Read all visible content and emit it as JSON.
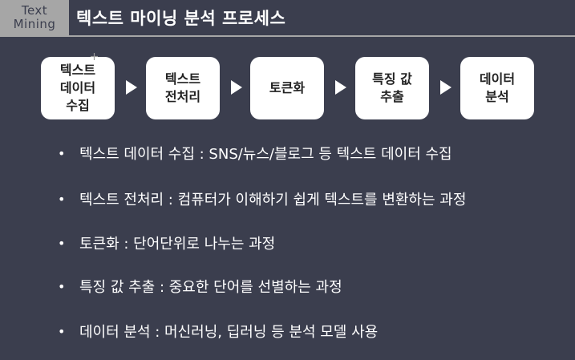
{
  "header": {
    "tag_line1": "Text",
    "tag_line2": "Mining",
    "title": "텍스트 마이닝 분석 프로세스"
  },
  "flow": {
    "steps": [
      {
        "label": "텍스트\n데이터\n수집"
      },
      {
        "label": "텍스트\n전처리"
      },
      {
        "label": "토큰화"
      },
      {
        "label": "특징 값\n추출"
      },
      {
        "label": "데이터\n분석"
      }
    ]
  },
  "bullets": [
    {
      "marker": "•",
      "text": "텍스트 데이터 수집 : SNS/뉴스/블로그 등 텍스트 데이터 수집"
    },
    {
      "marker": "•",
      "text": "텍스트 전처리 : 컴퓨터가 이해하기 쉽게 텍스트를 변환하는 과정"
    },
    {
      "marker": "•",
      "text": "토큰화 : 단어단위로 나누는 과정"
    },
    {
      "marker": "•",
      "text": "특징 값 추출 : 중요한 단어를 선별하는 과정"
    },
    {
      "marker": "•",
      "text": "데이터 분석 : 머신러닝, 딥러닝 등 분석 모델 사용"
    }
  ],
  "colors": {
    "background": "#3b3e4e",
    "tag_background": "#a6a6a6",
    "box": "#ffffff",
    "text": "#ffffff"
  }
}
